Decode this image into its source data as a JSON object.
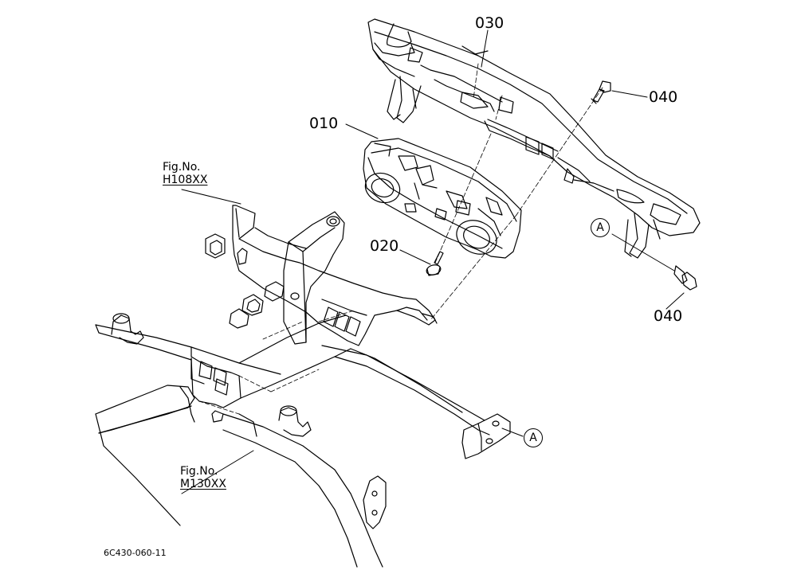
{
  "parts": {
    "p030": "030",
    "p010": "010",
    "p040_top": "040",
    "p020": "020",
    "p040_bottom": "040"
  },
  "refs": {
    "h108": {
      "title": "Fig.No.",
      "number": "H108XX"
    },
    "m130": {
      "title": "Fig.No.",
      "number": "M130XX"
    }
  },
  "markers": {
    "a_right": "A",
    "a_lower": "A"
  },
  "drawing_code": "6C430-060-11"
}
